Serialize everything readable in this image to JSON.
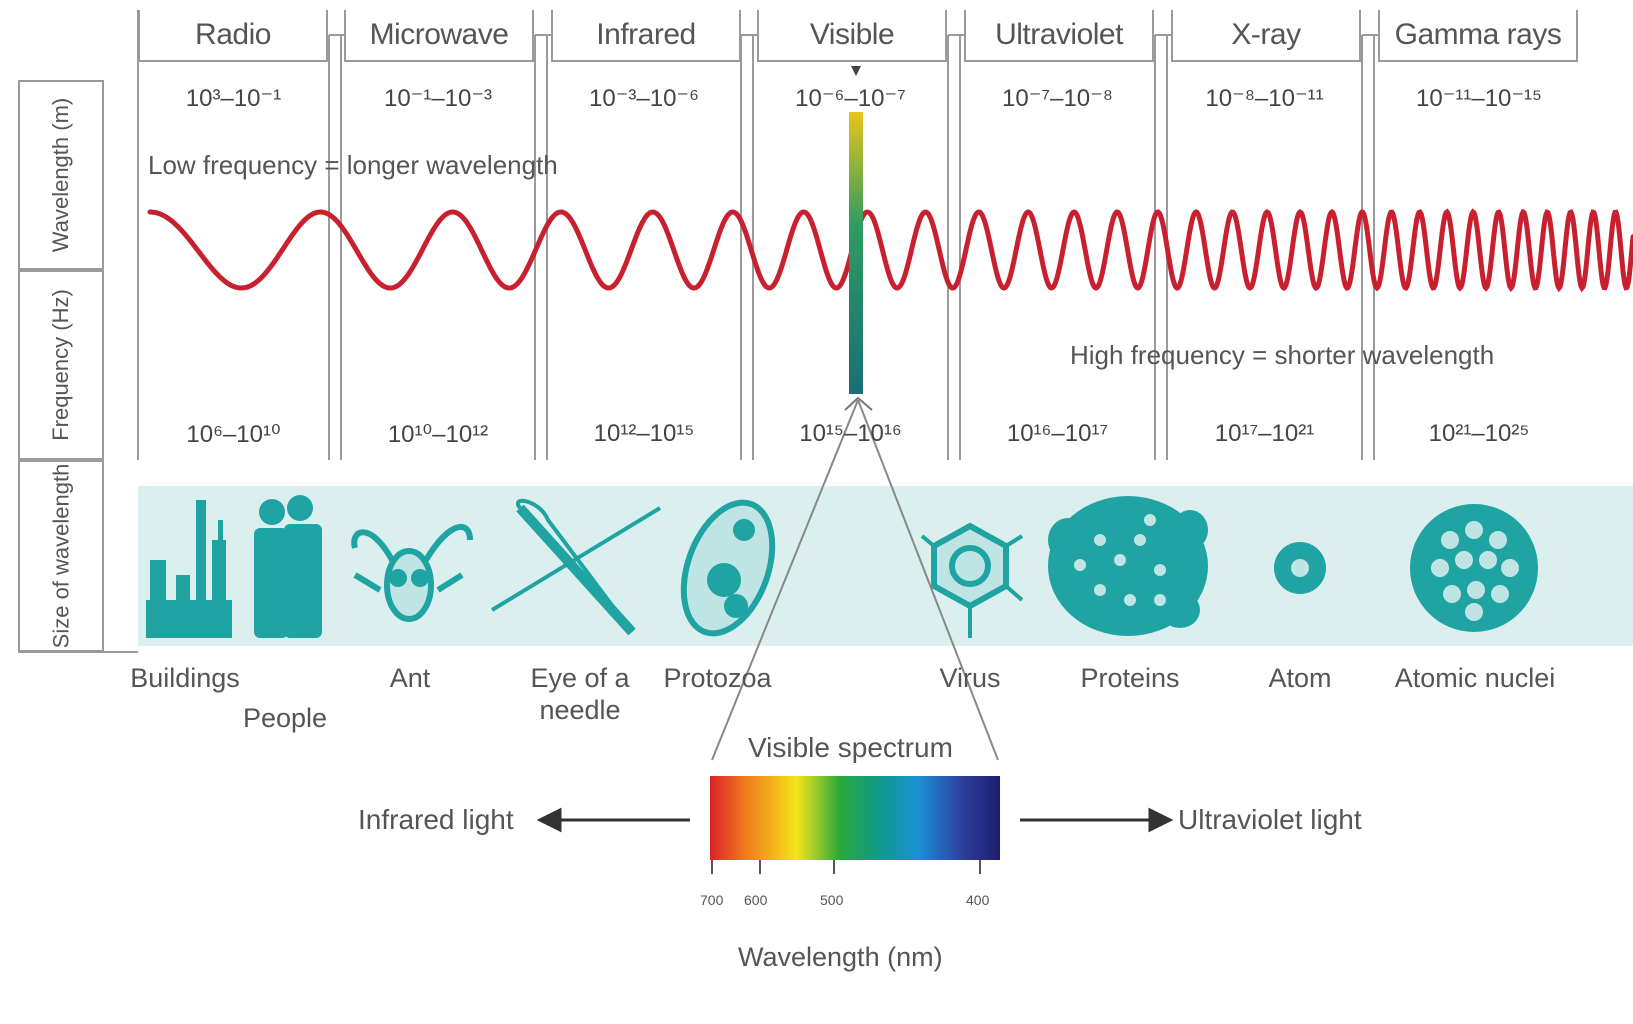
{
  "bands": [
    {
      "name": "Radio",
      "wavelength": "10³–10⁻¹",
      "frequency": "10⁶–10¹⁰"
    },
    {
      "name": "Microwave",
      "wavelength": "10⁻¹–10⁻³",
      "frequency": "10¹⁰–10¹²"
    },
    {
      "name": "Infrared",
      "wavelength": "10⁻³–10⁻⁶",
      "frequency": "10¹²–10¹⁵"
    },
    {
      "name": "Visible",
      "wavelength": "10⁻⁶–10⁻⁷",
      "frequency": "10¹⁵–10¹⁶"
    },
    {
      "name": "Ultraviolet",
      "wavelength": "10⁻⁷–10⁻⁸",
      "frequency": "10¹⁶–10¹⁷"
    },
    {
      "name": "X-ray",
      "wavelength": "10⁻⁸–10⁻¹¹",
      "frequency": "10¹⁷–10²¹"
    },
    {
      "name": "Gamma rays",
      "wavelength": "10⁻¹¹–10⁻¹⁵",
      "frequency": "10²¹–10²⁵"
    }
  ],
  "row_labels": {
    "wavelength": "Wavelength (m)",
    "frequency": "Frequency (Hz)",
    "size": "Size of wavelength"
  },
  "notes": {
    "low": "Low frequency = longer wavelength",
    "high": "High frequency = shorter wavelength"
  },
  "objects": [
    {
      "label": "Buildings"
    },
    {
      "label": "People"
    },
    {
      "label": "Ant"
    },
    {
      "label": "Eye of a needle"
    },
    {
      "label": "Protozoa"
    },
    {
      "label": "Virus"
    },
    {
      "label": "Proteins"
    },
    {
      "label": "Atom"
    },
    {
      "label": "Atomic nuclei"
    }
  ],
  "visible_spectrum": {
    "title": "Visible spectrum",
    "ticks": [
      "700",
      "600",
      "500",
      "400"
    ],
    "axis_label": "Wavelength (nm)",
    "left_label": "Infrared light",
    "right_label": "Ultraviolet light"
  },
  "colors": {
    "wave": "#c8202e",
    "wave_dark": "#8e1a24",
    "icon": "#1fa3a3",
    "icon_bg": "#dcefef",
    "divider": "#9a9a9a",
    "visible_bar_top": "#e6c619",
    "visible_bar_bottom": "#1a6e77"
  }
}
